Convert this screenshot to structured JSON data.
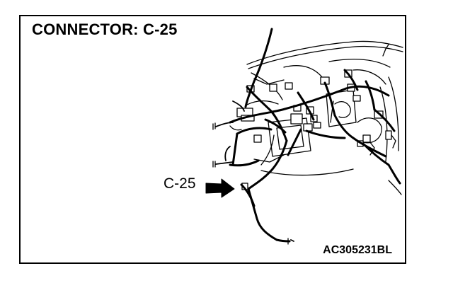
{
  "diagram": {
    "title": "CONNECTOR: C-25",
    "callout_label": "C-25",
    "reference_code": "AC305231BL"
  }
}
